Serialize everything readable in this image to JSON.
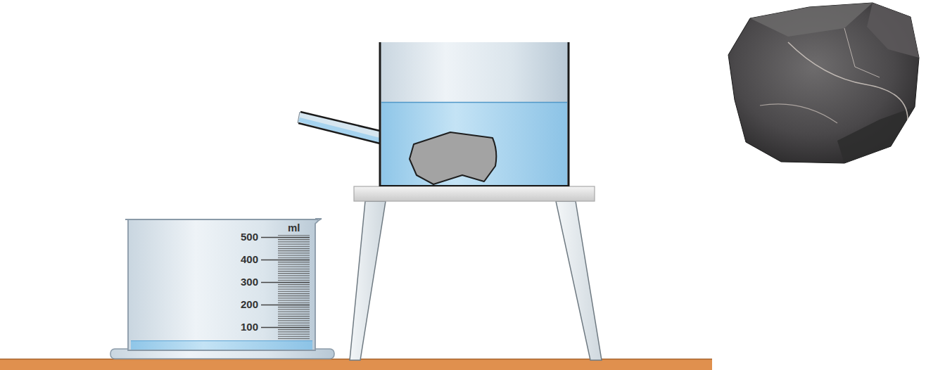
{
  "diagram": {
    "labels": [
      "500",
      "400",
      "300",
      "200",
      "100",
      "ml"
    ]
  }
}
